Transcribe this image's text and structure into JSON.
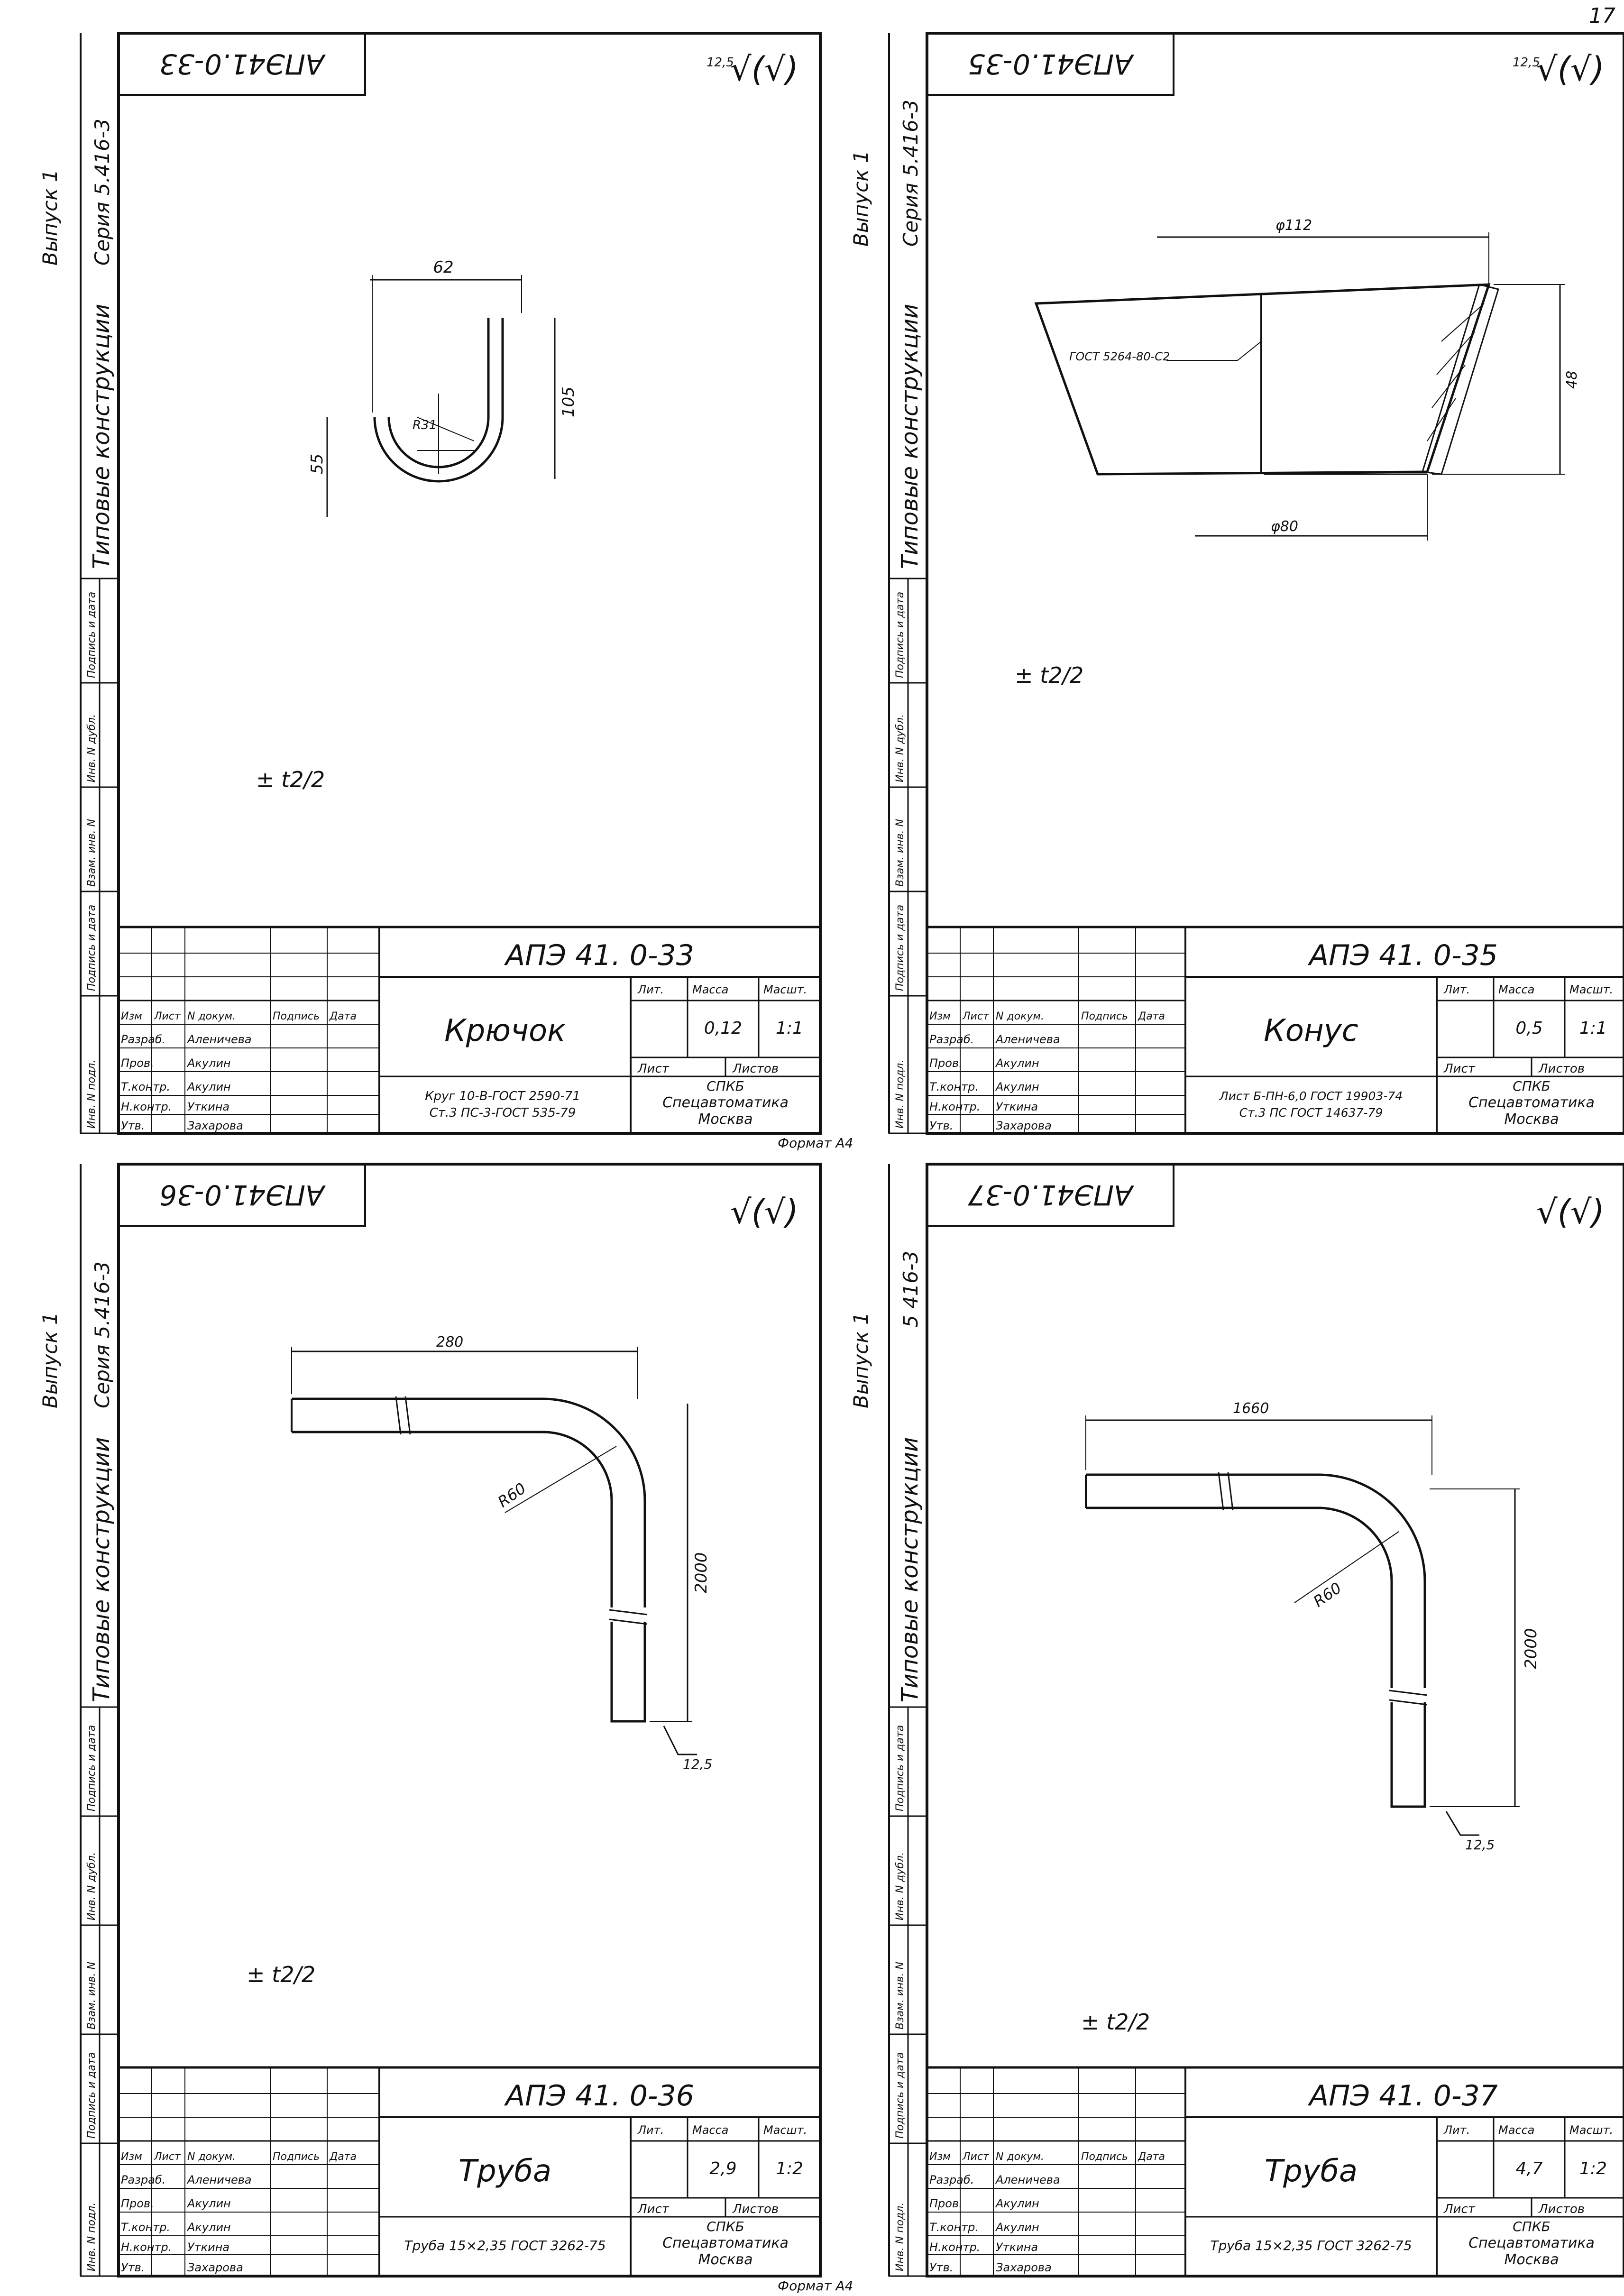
{
  "page_number": "17",
  "side_labels": {
    "vypusk": "Выпуск 1",
    "seria": "Серия 5.416-3",
    "seria_short": "5 416-3",
    "tipovye": "Типовые конструкции",
    "stamp_cells": [
      "Инв. N подл.",
      "Подпись и дата",
      "Взам. инв. N",
      "Инв. N дубл.",
      "Подпись и дата"
    ]
  },
  "title_block_headers": {
    "izm": "Изм",
    "list": "Лист",
    "ndokum": "N докум.",
    "podpis": "Подпись",
    "data": "Дата",
    "razrab": "Разраб.",
    "prov": "Пров.",
    "tkontr": "Т.контр.",
    "nkontr": "Н.контр.",
    "utv": "Утв.",
    "lit": "Лит.",
    "massa": "Масса",
    "masshtab": "Масшт.",
    "list_label": "Лист",
    "listov": "Листов",
    "org1": "СПКБ",
    "org2": "Спецавтоматика",
    "org3": "Москва",
    "format": "Формат А4",
    "razrab_name": "Аленичева",
    "prov_name": "Акулин",
    "tkontr_name": "Акулин",
    "nkontr_name": "Уткина",
    "utv_name": "Захарова"
  },
  "sheets": [
    {
      "stamp": "АПЭ41.0-33",
      "code": "АПЭ 41. 0-33",
      "title": "Крючок",
      "mass": "0,12",
      "scale": "1:1",
      "material_1": "Круг 10-В-ГОСТ 2590-71",
      "material_2": "Ст.3 ПС-3-ГОСТ 535-79",
      "roughness": "12,5",
      "tolerance": "± t2/2",
      "dims": [
        "62",
        "105",
        "R31",
        "55"
      ]
    },
    {
      "stamp": "АПЭ41.0-35",
      "code": "АПЭ 41. 0-35",
      "title": "Конус",
      "mass": "0,5",
      "scale": "1:1",
      "material_1": "Лист Б-ПН-6,0 ГОСТ 19903-74",
      "material_2": "Ст.3 ПС ГОСТ 14637-79",
      "roughness": "12,5",
      "tolerance": "± t2/2",
      "dims": [
        "φ112",
        "φ80",
        "48"
      ],
      "weld_note": "ГОСТ 5264-80-С2"
    },
    {
      "stamp": "АПЭ41.0-36",
      "code": "АПЭ 41. 0-36",
      "title": "Труба",
      "mass": "2,9",
      "scale": "1:2",
      "material_1": "Труба 15×2,35 ГОСТ 3262-75",
      "material_2": "",
      "roughness": "12,5",
      "tolerance": "± t2/2",
      "dims": [
        "280",
        "2000",
        "R60"
      ]
    },
    {
      "stamp": "АПЭ41.0-37",
      "code": "АПЭ 41. 0-37",
      "title": "Труба",
      "mass": "4,7",
      "scale": "1:2",
      "material_1": "Труба 15×2,35 ГОСТ 3262-75",
      "material_2": "",
      "roughness": "12,5",
      "tolerance": "± t2/2",
      "dims": [
        "1660",
        "2000",
        "R60"
      ]
    }
  ]
}
